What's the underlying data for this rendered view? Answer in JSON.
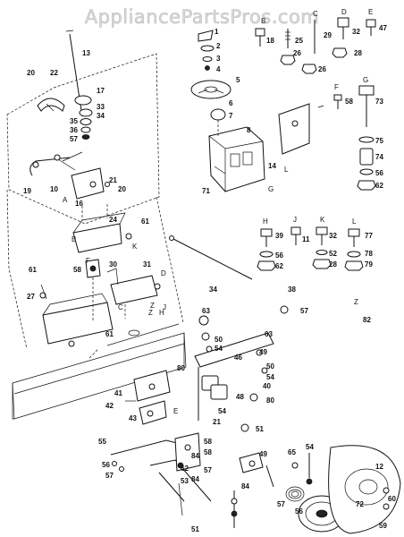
{
  "watermark": "AppliancePartsPros.com",
  "callouts": [
    {
      "id": "c13",
      "text": "13"
    },
    {
      "id": "c20a",
      "text": "20"
    },
    {
      "id": "c22",
      "text": "22"
    },
    {
      "id": "c17",
      "text": "17"
    },
    {
      "id": "c33",
      "text": "33"
    },
    {
      "id": "c35",
      "text": "35"
    },
    {
      "id": "c34",
      "text": "34"
    },
    {
      "id": "c36",
      "text": "36"
    },
    {
      "id": "c57a",
      "text": "57"
    },
    {
      "id": "c19",
      "text": "19"
    },
    {
      "id": "c10",
      "text": "10"
    },
    {
      "id": "c21a",
      "text": "21"
    },
    {
      "id": "c20b",
      "text": "20"
    },
    {
      "id": "c16",
      "text": "16"
    },
    {
      "id": "c24",
      "text": "24"
    },
    {
      "id": "c61a",
      "text": "61"
    },
    {
      "id": "c1",
      "text": "1"
    },
    {
      "id": "c2",
      "text": "2"
    },
    {
      "id": "c3",
      "text": "3"
    },
    {
      "id": "c4",
      "text": "4"
    },
    {
      "id": "c5",
      "text": "5"
    },
    {
      "id": "c6",
      "text": "6"
    },
    {
      "id": "c7",
      "text": "7"
    },
    {
      "id": "c8",
      "text": "8"
    },
    {
      "id": "c14",
      "text": "14"
    },
    {
      "id": "c71",
      "text": "71"
    },
    {
      "id": "c18",
      "text": "18"
    },
    {
      "id": "c25",
      "text": "25"
    },
    {
      "id": "c26a",
      "text": "26"
    },
    {
      "id": "c29",
      "text": "29"
    },
    {
      "id": "c26b",
      "text": "26"
    },
    {
      "id": "c32a",
      "text": "32"
    },
    {
      "id": "c28a",
      "text": "28"
    },
    {
      "id": "c47",
      "text": "47"
    },
    {
      "id": "c58a",
      "text": "58"
    },
    {
      "id": "c73",
      "text": "73"
    },
    {
      "id": "c75",
      "text": "75"
    },
    {
      "id": "c74",
      "text": "74"
    },
    {
      "id": "c56a",
      "text": "56"
    },
    {
      "id": "c62a",
      "text": "62"
    },
    {
      "id": "c39",
      "text": "39"
    },
    {
      "id": "c11",
      "text": "11"
    },
    {
      "id": "c32b",
      "text": "32"
    },
    {
      "id": "c77",
      "text": "77"
    },
    {
      "id": "c56b",
      "text": "56"
    },
    {
      "id": "c62b",
      "text": "62"
    },
    {
      "id": "c52",
      "text": "52"
    },
    {
      "id": "c28b",
      "text": "28"
    },
    {
      "id": "c78",
      "text": "78"
    },
    {
      "id": "c79",
      "text": "79"
    },
    {
      "id": "c58b",
      "text": "58"
    },
    {
      "id": "c30",
      "text": "30"
    },
    {
      "id": "c31",
      "text": "31"
    },
    {
      "id": "c61b",
      "text": "61"
    },
    {
      "id": "c27",
      "text": "27"
    },
    {
      "id": "c61c",
      "text": "61"
    },
    {
      "id": "c38",
      "text": "38"
    },
    {
      "id": "c57b",
      "text": "57"
    },
    {
      "id": "c82",
      "text": "82"
    },
    {
      "id": "c34b",
      "text": "34"
    },
    {
      "id": "c63a",
      "text": "63"
    },
    {
      "id": "c50a",
      "text": "50"
    },
    {
      "id": "c54a",
      "text": "54"
    },
    {
      "id": "c63b",
      "text": "63"
    },
    {
      "id": "c49",
      "text": "49"
    },
    {
      "id": "c46",
      "text": "46"
    },
    {
      "id": "c50b",
      "text": "50"
    },
    {
      "id": "c80a",
      "text": "80"
    },
    {
      "id": "c54b",
      "text": "54"
    },
    {
      "id": "c48",
      "text": "48"
    },
    {
      "id": "c40",
      "text": "40"
    },
    {
      "id": "c80b",
      "text": "80"
    },
    {
      "id": "c41",
      "text": "41"
    },
    {
      "id": "c42",
      "text": "42"
    },
    {
      "id": "c43",
      "text": "43"
    },
    {
      "id": "c54c",
      "text": "54"
    },
    {
      "id": "c21b",
      "text": "21"
    },
    {
      "id": "c51a",
      "text": "51"
    },
    {
      "id": "c55",
      "text": "55"
    },
    {
      "id": "c58c",
      "text": "58"
    },
    {
      "id": "c56c",
      "text": "56"
    },
    {
      "id": "c57c",
      "text": "57"
    },
    {
      "id": "c58d",
      "text": "58"
    },
    {
      "id": "c84a",
      "text": "84"
    },
    {
      "id": "c62c",
      "text": "62"
    },
    {
      "id": "c57d",
      "text": "57"
    },
    {
      "id": "c84b",
      "text": "84"
    },
    {
      "id": "c53",
      "text": "53"
    },
    {
      "id": "c49b",
      "text": "49"
    },
    {
      "id": "c65",
      "text": "65"
    },
    {
      "id": "c54d",
      "text": "54"
    },
    {
      "id": "c84c",
      "text": "84"
    },
    {
      "id": "c57e",
      "text": "57"
    },
    {
      "id": "c56d",
      "text": "56"
    },
    {
      "id": "c12",
      "text": "12"
    },
    {
      "id": "c72",
      "text": "72"
    },
    {
      "id": "c51b",
      "text": "51"
    },
    {
      "id": "c60",
      "text": "60"
    },
    {
      "id": "c59",
      "text": "59"
    }
  ],
  "letters": [
    {
      "id": "lB",
      "text": "B"
    },
    {
      "id": "lC",
      "text": "C"
    },
    {
      "id": "lD",
      "text": "D"
    },
    {
      "id": "lE",
      "text": "E"
    },
    {
      "id": "lF",
      "text": "F"
    },
    {
      "id": "lG",
      "text": "G"
    },
    {
      "id": "lH",
      "text": "H"
    },
    {
      "id": "lJ",
      "text": "J"
    },
    {
      "id": "lK",
      "text": "K"
    },
    {
      "id": "lL",
      "text": "L"
    },
    {
      "id": "lZ",
      "text": "Z"
    },
    {
      "id": "lA1",
      "text": "A"
    },
    {
      "id": "lB1",
      "text": "B"
    },
    {
      "id": "lK1",
      "text": "K"
    },
    {
      "id": "lC1",
      "text": "C"
    },
    {
      "id": "lD1",
      "text": "D"
    },
    {
      "id": "lZ1",
      "text": "Z"
    },
    {
      "id": "lH1",
      "text": "H"
    },
    {
      "id": "lE1",
      "text": "E"
    },
    {
      "id": "lL1",
      "text": "L"
    },
    {
      "id": "lG1",
      "text": "G"
    },
    {
      "id": "lJ1",
      "text": "J"
    },
    {
      "id": "lZ2",
      "text": "Z"
    },
    {
      "id": "lF1",
      "text": "F"
    }
  ]
}
